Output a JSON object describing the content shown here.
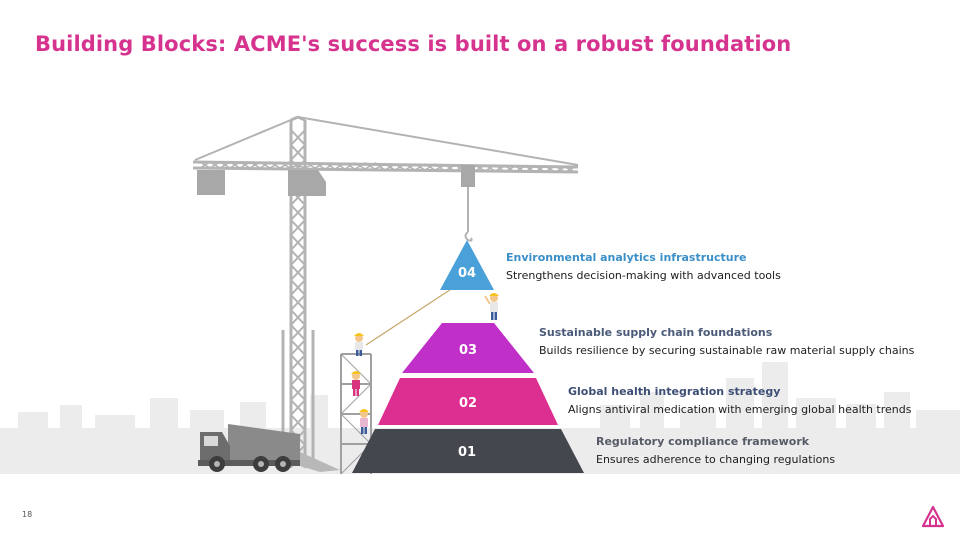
{
  "slide": {
    "title": "Building Blocks: ACME's success is built on a robust foundation",
    "page_number": "18"
  },
  "colors": {
    "title": "#d6338f",
    "level_04": "#4aa0d8",
    "level_03": "#c12fc9",
    "level_02": "#dd2f91",
    "level_01": "#45474f",
    "head_04": "#3a8fc8",
    "head_03": "#4a5a78",
    "head_02": "#3d4f75",
    "head_01": "#555a66",
    "crane": "#b3b3b3",
    "skyline": "#ececec"
  },
  "levels": [
    {
      "number": "04",
      "heading": "Environmental analytics infrastructure",
      "description": "Strengthens decision-making with advanced tools"
    },
    {
      "number": "03",
      "heading": "Sustainable supply chain foundations",
      "description": "Builds resilience by securing sustainable raw material supply chains"
    },
    {
      "number": "02",
      "heading": "Global health integration strategy",
      "description": "Aligns antiviral medication with emerging global health trends"
    },
    {
      "number": "01",
      "heading": "Regulatory compliance framework",
      "description": "Ensures adherence to changing regulations"
    }
  ],
  "icons": {
    "crane": "tower-crane-illustration",
    "truck": "dump-truck-illustration",
    "workers": "construction-worker-figures",
    "logo": "acme-logo-icon"
  }
}
